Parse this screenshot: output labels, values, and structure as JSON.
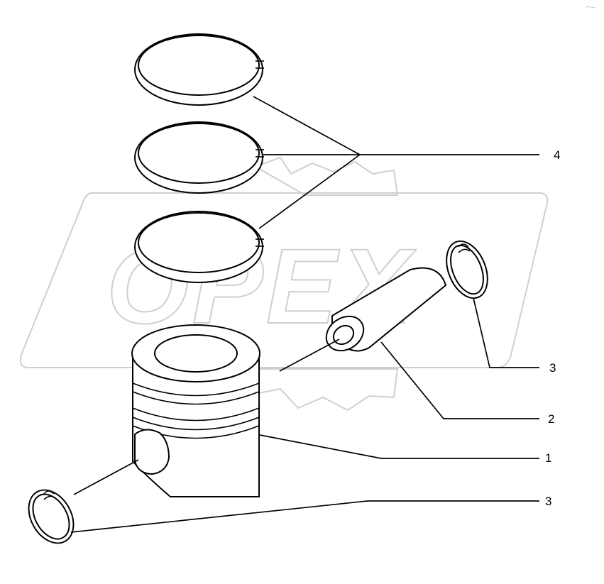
{
  "watermark": {
    "text": "OPEX"
  },
  "corner_mark": "⌐—",
  "callouts": {
    "piston_rings": "4",
    "circlip_upper": "3",
    "piston_pin": "2",
    "piston": "1",
    "circlip_lower": "3"
  }
}
